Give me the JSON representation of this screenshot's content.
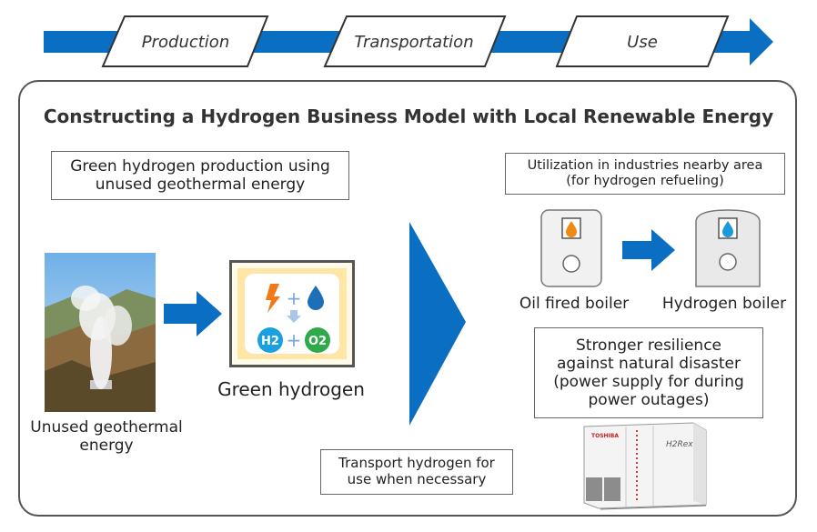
{
  "flow": {
    "stages": [
      "Production",
      "Transportation",
      "Use"
    ],
    "colors": {
      "arrow": "#0a6fc2",
      "panel_border": "#555555"
    }
  },
  "title": "Constructing a Hydrogen Business Model with Local Renewable Energy",
  "production": {
    "box_lines": [
      "Green hydrogen production using",
      "unused geothermal energy"
    ],
    "geothermal_caption_lines": [
      "Unused geothermal",
      "energy"
    ],
    "green_hydrogen_label": "Green hydrogen",
    "icon_labels": {
      "h2": "H2",
      "o2": "O2"
    }
  },
  "transport": {
    "box_lines": [
      "Transport hydrogen for",
      "use when necessary"
    ]
  },
  "use": {
    "box_lines": [
      "Utilization in industries nearby area",
      "(for hydrogen refueling)"
    ],
    "oil_boiler_label": "Oil fired boiler",
    "hydrogen_boiler_label": "Hydrogen boiler",
    "resilience_lines": [
      "Stronger resilience",
      "against natural disaster",
      "(power supply for during",
      "power outages)"
    ],
    "fuel_cell_brand": "TOSHIBA",
    "fuel_cell_product": "H2Rex"
  }
}
